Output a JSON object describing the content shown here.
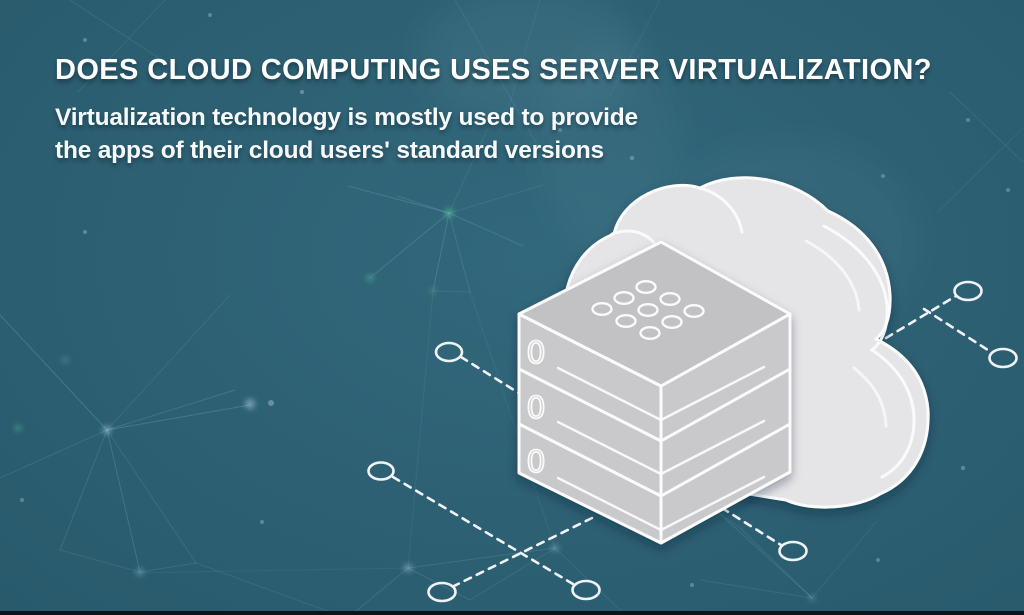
{
  "header": {
    "title": "DOES CLOUD COMPUTING USES SERVER VIRTUALIZATION?",
    "subtitle_line1": "Virtualization technology is mostly used to provide",
    "subtitle_line2": "the apps of their cloud users' standard versions"
  },
  "illustration": {
    "description": "isometric server stack in front of a cloud with dashed connector nodes",
    "slab_labels": [
      "0",
      "0",
      "0"
    ],
    "cloud_color": "#e5e5e7",
    "server_top_color": "#c2c2c4",
    "server_side_color": "#c9c9cb",
    "outline_color": "#fbfbfc",
    "connector_color": "#f0f3f5"
  },
  "background": {
    "base_color": "#2e6174",
    "plexus_line_color": "#a9d6e8",
    "node_green_color": "#5ec9a2",
    "bottom_bar_color": "#0c151a"
  }
}
